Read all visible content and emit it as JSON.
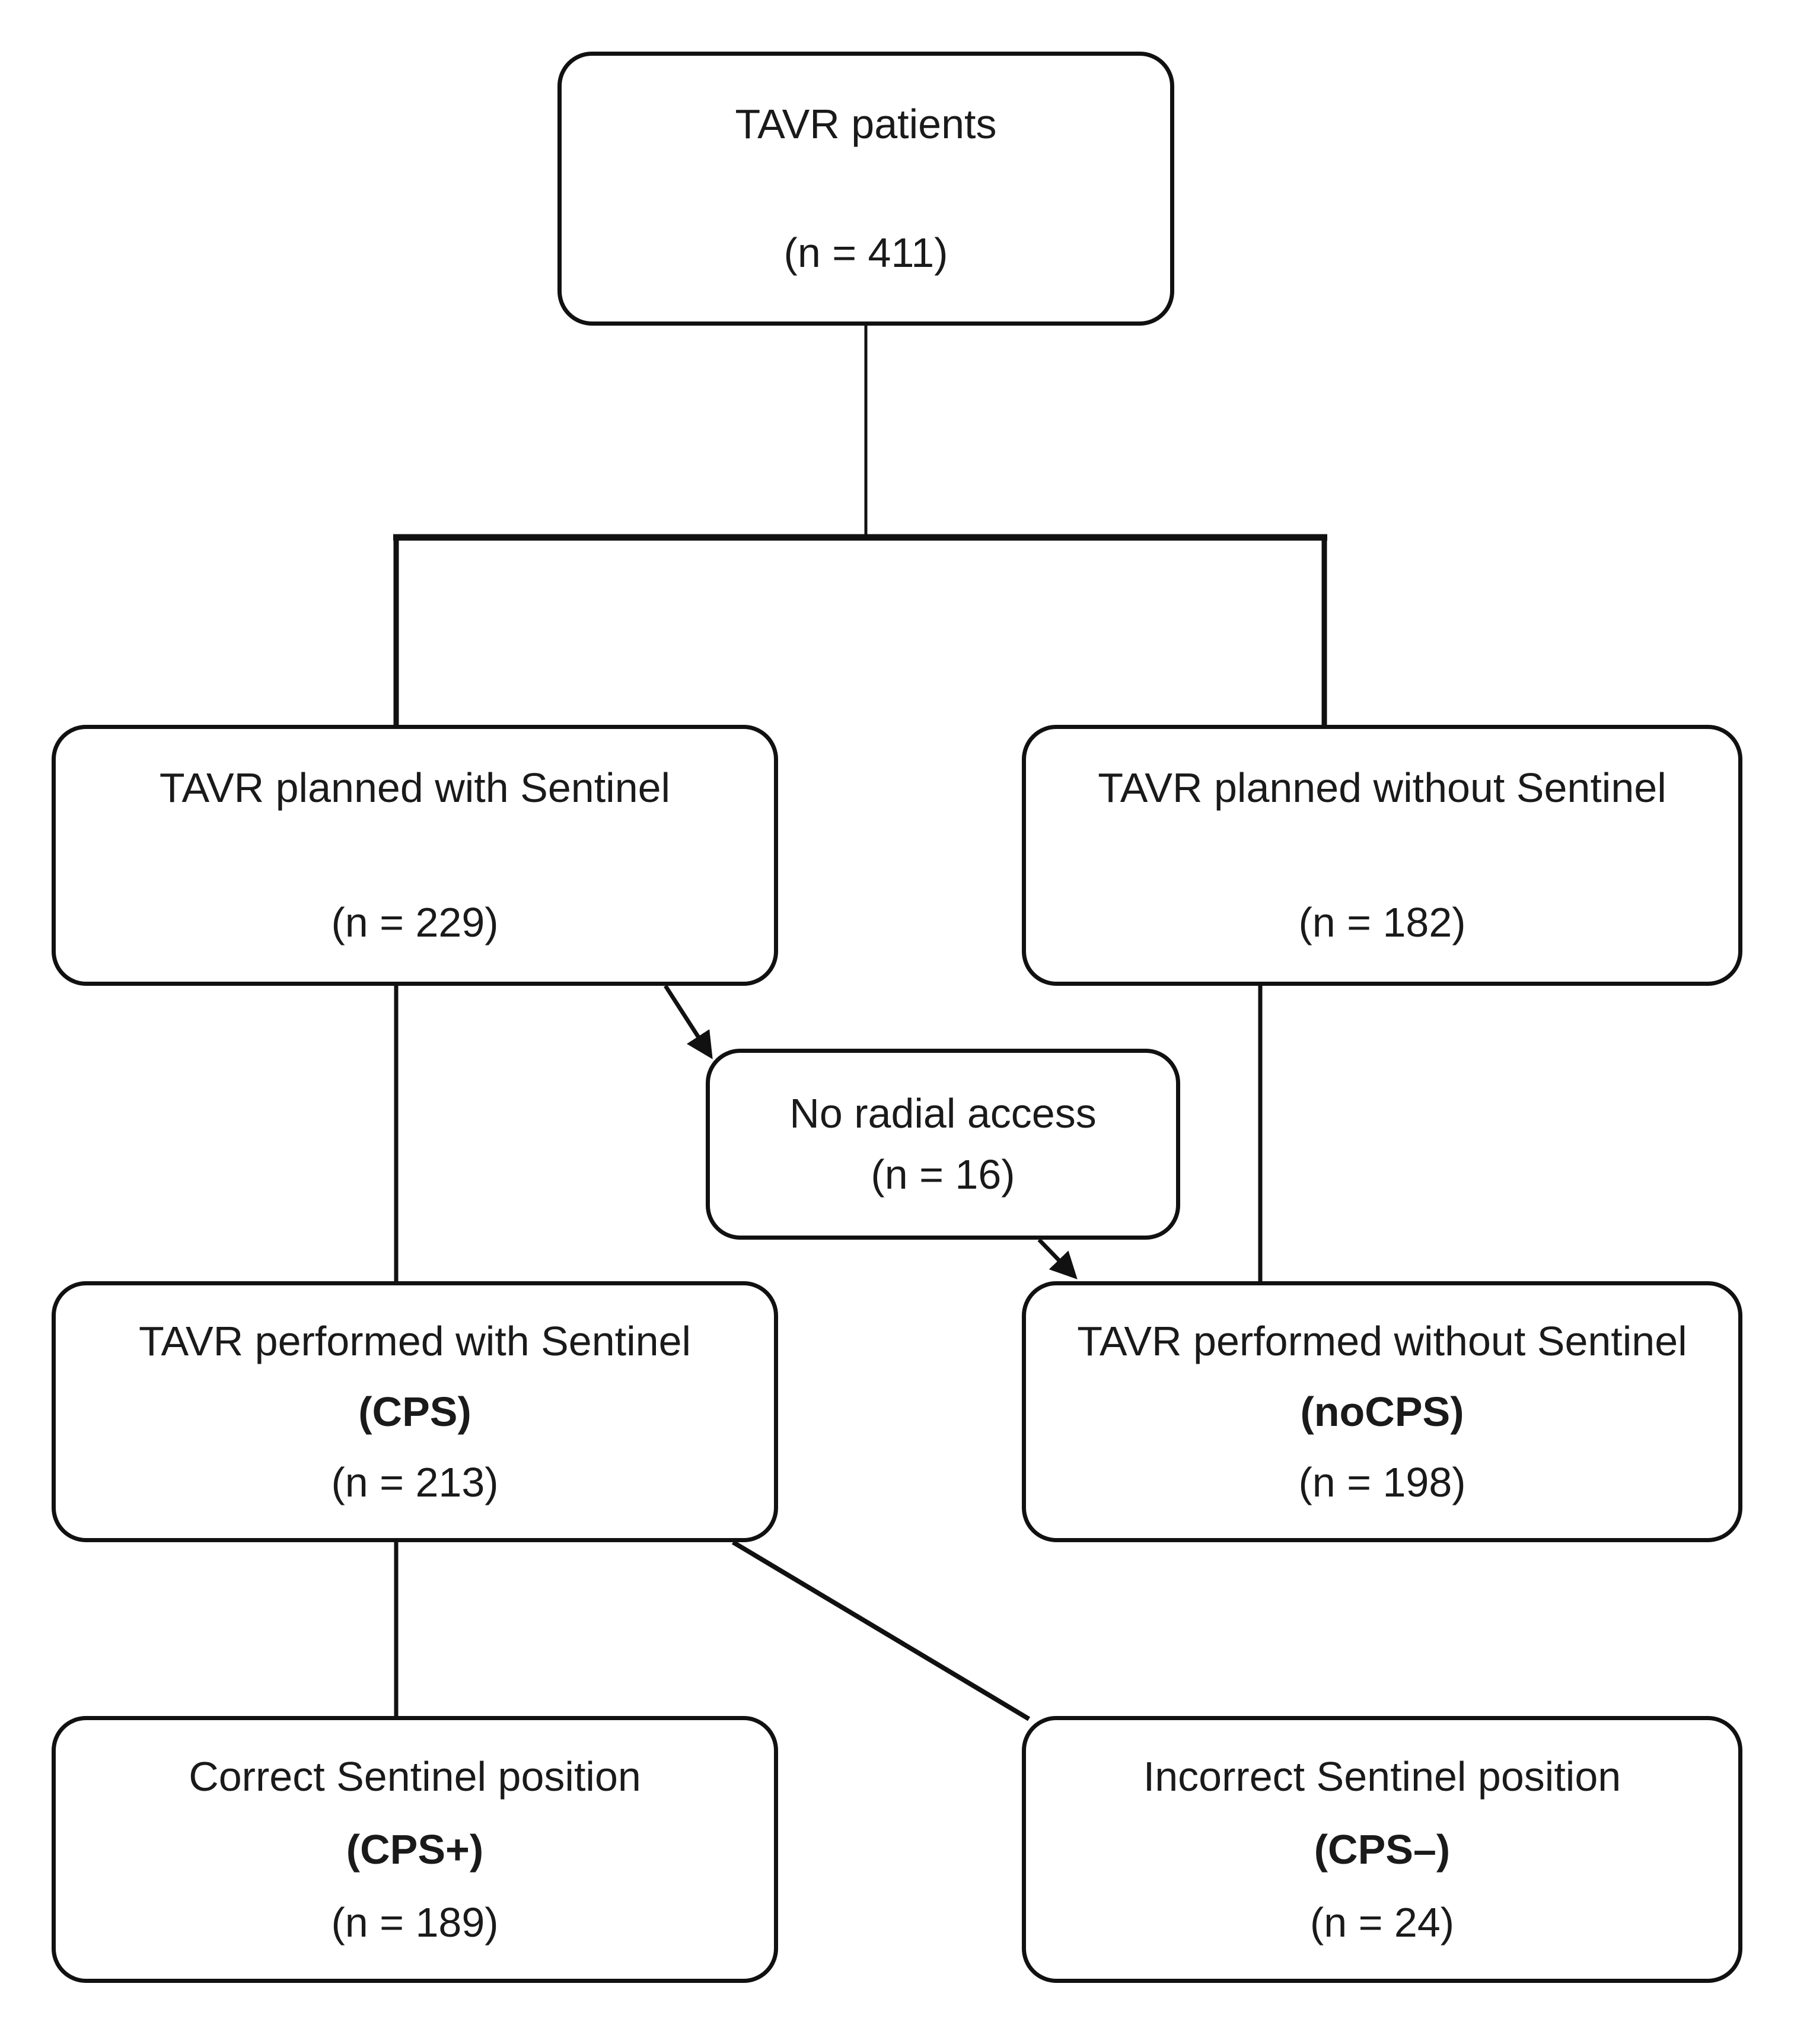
{
  "figure": {
    "type": "patient-flow-diagram",
    "colors": {
      "background": "#ffffff",
      "line": "#111111",
      "text": "#1a1a1a",
      "node_fill": "#ffffff"
    },
    "nodes": {
      "top": {
        "title": "TAVR patients",
        "n": "(n = 411)"
      },
      "planned_with": {
        "title": "TAVR planned with Sentinel",
        "n": "(n = 229)"
      },
      "planned_without": {
        "title": "TAVR planned without Sentinel",
        "n": "(n = 182)"
      },
      "no_radial": {
        "title": "No radial access",
        "n": "(n = 16)"
      },
      "performed_with": {
        "title": "TAVR performed with Sentinel",
        "group": "(CPS)",
        "n": "(n = 213)"
      },
      "performed_without": {
        "title": "TAVR performed without Sentinel",
        "group": "(noCPS)",
        "n": "(n = 198)"
      },
      "correct_position": {
        "title": "Correct Sentinel position",
        "group": "(CPS+)",
        "n": "(n = 189)"
      },
      "incorrect_position": {
        "title": "Incorrect Sentinel position",
        "group": "(CPS–)",
        "n": "(n = 24)"
      }
    },
    "edges": [
      {
        "from": "top",
        "to": "planned_with",
        "arrow": false
      },
      {
        "from": "top",
        "to": "planned_without",
        "arrow": false
      },
      {
        "from": "planned_with",
        "to": "performed_with",
        "arrow": false
      },
      {
        "from": "planned_with",
        "to": "no_radial",
        "arrow": true
      },
      {
        "from": "no_radial",
        "to": "performed_without",
        "arrow": true
      },
      {
        "from": "planned_without",
        "to": "performed_without",
        "arrow": false
      },
      {
        "from": "performed_with",
        "to": "correct_position",
        "arrow": false
      },
      {
        "from": "performed_with",
        "to": "incorrect_position",
        "arrow": false
      }
    ]
  }
}
